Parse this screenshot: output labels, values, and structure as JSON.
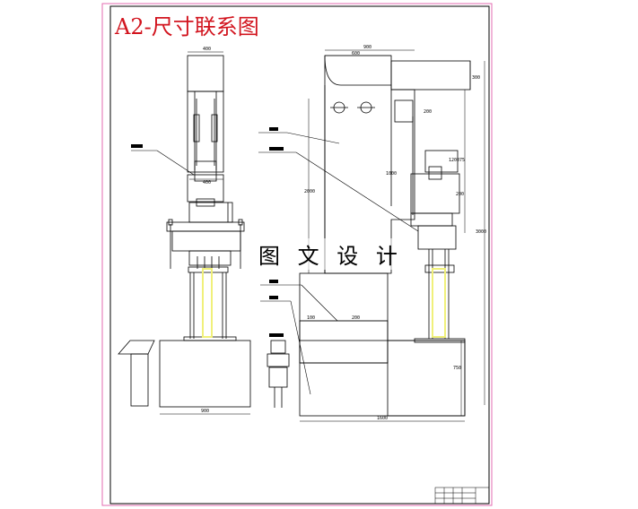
{
  "sheet": {
    "title": "A2-尺寸联系图",
    "watermark": "图 文 设 计",
    "colors": {
      "line": "#000000",
      "title": "#d2141e",
      "highlight": "#f0f07a",
      "frame": "#e36bb0"
    }
  },
  "dimensions": {
    "front_top_width": "400",
    "front_mid_width": "400",
    "front_base_width": "900",
    "side_top_width": "900",
    "side_upper_width": "600",
    "side_right_top": "300",
    "side_height_right": "1200",
    "side_mid_vertical": "2000",
    "side_column": "1000",
    "side_total_height": "3000",
    "side_lower_left": "100",
    "side_lower_mid": "200",
    "side_base_height": "750",
    "side_base_width": "1600",
    "side_motor_a": "200",
    "side_motor_b": "75",
    "side_motor_c": "200"
  }
}
